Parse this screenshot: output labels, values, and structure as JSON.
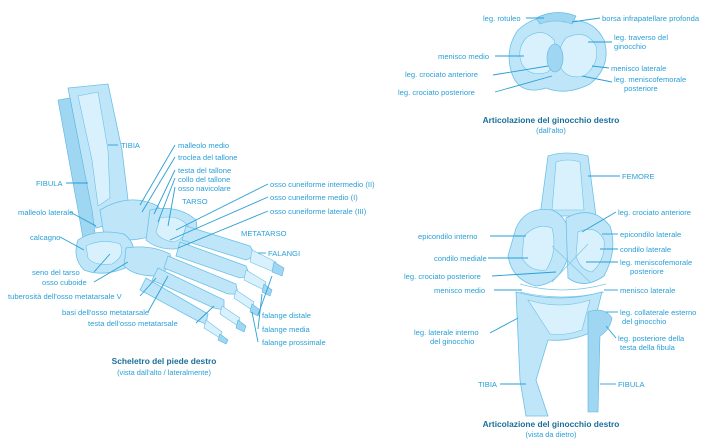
{
  "foot": {
    "labels": {
      "tibia": "TIBIA",
      "fibula": "FIBULA",
      "malleolo_laterale": "malleolo laterale",
      "calcagno": "calcagno",
      "seno_tarso": "seno del tarso",
      "osso_cuboide": "osso cuboide",
      "tuberosita": "tuberosità dell'osso metatarsale V",
      "basi_metatarsali": "basi dell'osso metatarsale",
      "malleolo_medio": "malleolo medio",
      "troclea": "troclea del tallone",
      "testa_tallone": "testa del tallone",
      "collo_tallone": "collo del tallone",
      "osso_navicolare": "osso navicolare",
      "tarso": "TARSO",
      "cuneiforme_intermedio": "osso cuneiforme intermedio (II)",
      "cuneiforme_medio": "osso cuneiforme medio (I)",
      "cuneiforme_laterale": "osso cuneiforme laterale (III)",
      "metatarso": "METATARSO",
      "falangi": "FALANGI",
      "falange_distale": "falange distale",
      "falange_media": "falange media",
      "falange_prossimale": "falange prossimale",
      "testa_metatarsale": "testa dell'osso metatarsale"
    },
    "caption_title": "Scheletro del piede destro",
    "caption_sub": "(vista dall'alto / lateralmente)"
  },
  "knee_top": {
    "labels": {
      "leg_rotuleo": "leg. rotuleo",
      "borsa": "borsa infrapatellare profonda",
      "trasverso": "leg. traverso del ginocchio",
      "menisco_medio": "menisco medio",
      "crociato_anteriore": "leg. crociato anteriore",
      "crociato_posteriore": "leg. crociato posteriore",
      "menisco_laterale": "menisco laterale",
      "meniscofemorale": "leg. meniscofemorale posteriore"
    },
    "caption_title": "Articolazione del ginocchio destro",
    "caption_sub": "(dall'alto)"
  },
  "knee_side": {
    "labels": {
      "femore": "FEMORE",
      "crociato_anteriore": "leg. crociato anteriore",
      "epicondilo_interno": "epicondilo interno",
      "epicondilo_laterale": "epicondilo laterale",
      "condilo_mediale": "condilo mediale",
      "condilo_laterale": "condilo laterale",
      "crociato_posteriore": "leg. crociato posteriore",
      "meniscofemorale": "leg. meniscofemorale posteriore",
      "menisco_medio": "menisco medio",
      "menisco_laterale": "menisco laterale",
      "collaterale_esterno": "leg. collaterale esterno del ginocchio",
      "laterale_interno": "leg. laterale interno del ginocchio",
      "posteriore_fibula": "leg. posteriore della testa della fibula",
      "tibia": "TIBIA",
      "fibula": "FIBULA"
    },
    "caption_title": "Articolazione del ginocchio destro",
    "caption_sub": "(vista da dietro)"
  }
}
